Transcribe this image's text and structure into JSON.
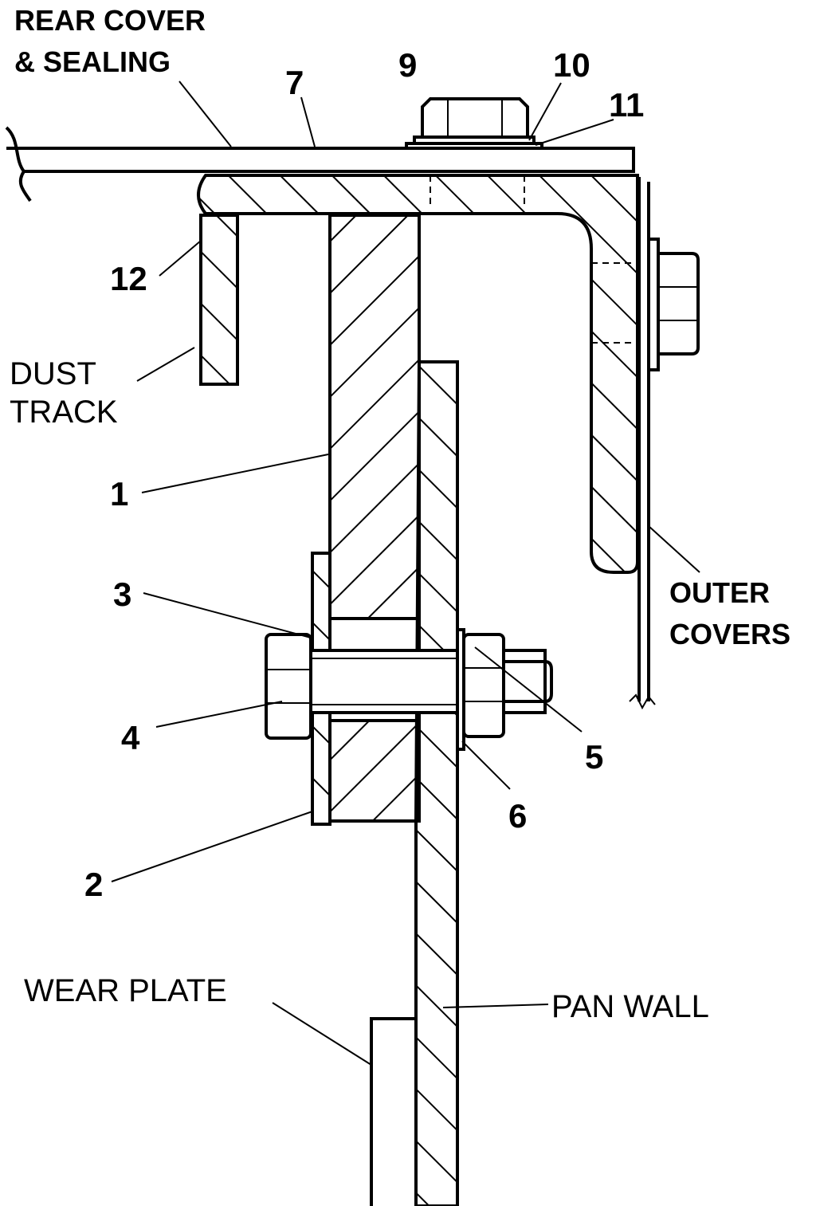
{
  "labels": {
    "rear_cover_line1": "REAR COVER",
    "rear_cover_line2": "& SEALING",
    "n7": "7",
    "n9": "9",
    "n10": "10",
    "n11": "11",
    "n12": "12",
    "dust_line1": "DUST",
    "dust_line2": "TRACK",
    "n1": "1",
    "n3": "3",
    "n4": "4",
    "n5": "5",
    "n6": "6",
    "n2": "2",
    "outer_line1": "OUTER",
    "outer_line2": "COVERS",
    "wear_plate": "WEAR PLATE",
    "pan_wall": "PAN WALL"
  }
}
